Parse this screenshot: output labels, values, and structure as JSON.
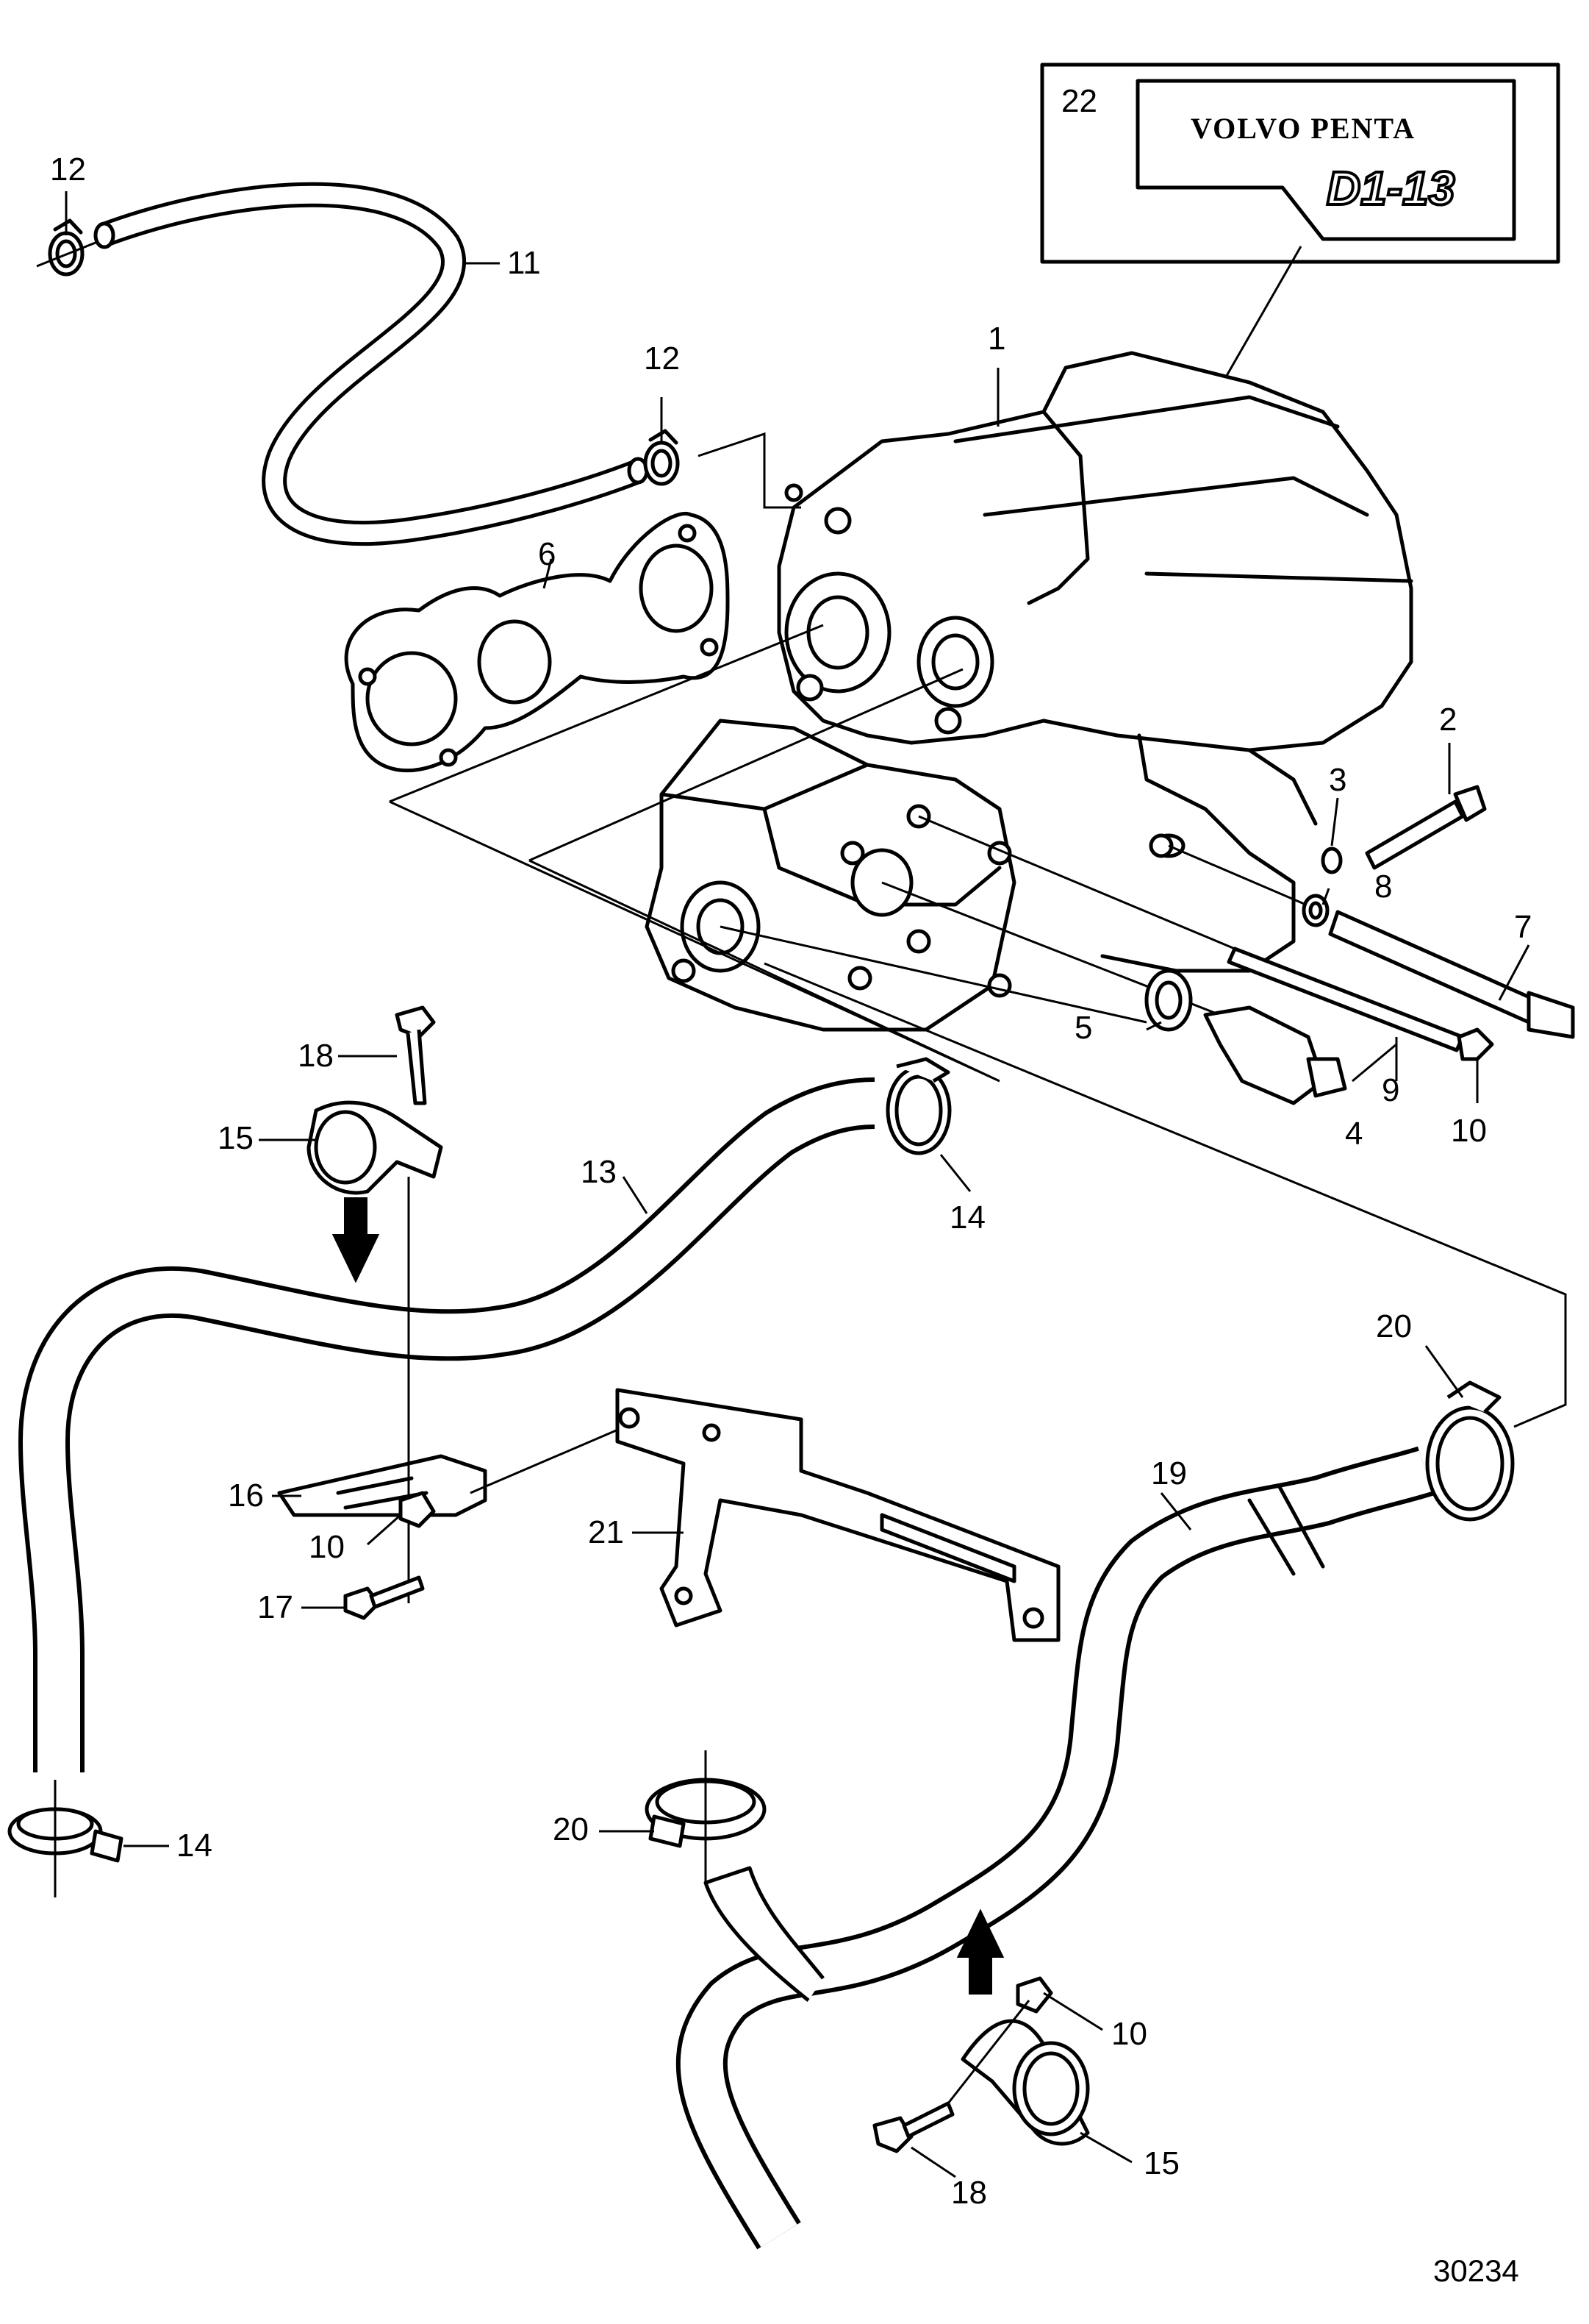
{
  "diagram": {
    "figure_number": "30234",
    "decal_box": {
      "callout": "22",
      "brand_text": "VOLVO PENTA",
      "model_text": "D1-13"
    },
    "callouts": {
      "c1": "1",
      "c2": "2",
      "c3": "3",
      "c4": "4",
      "c5": "5",
      "c6": "6",
      "c7": "7",
      "c8": "8",
      "c9": "9",
      "c10a": "10",
      "c10b": "10",
      "c10c": "10",
      "c11": "11",
      "c12a": "12",
      "c12b": "12",
      "c13": "13",
      "c14a": "14",
      "c14b": "14",
      "c15a": "15",
      "c15b": "15",
      "c16": "16",
      "c17": "17",
      "c18a": "18",
      "c18b": "18",
      "c19": "19",
      "c20a": "20",
      "c20b": "20",
      "c21": "21"
    }
  }
}
